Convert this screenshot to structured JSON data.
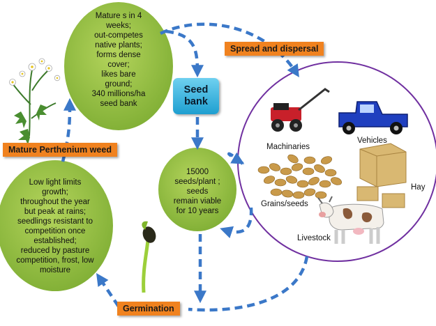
{
  "mature_oval": {
    "lines": [
      "Mature s in 4",
      "weeks;",
      "out-competes",
      "native plants;",
      "forms dense",
      "cover;",
      "likes bare",
      "ground;",
      "340 millions/ha",
      "seed bank"
    ]
  },
  "seed_bank": {
    "line1": "Seed",
    "line2": "bank"
  },
  "spread_label": "Spread and dispersal",
  "mature_label": "Mature Perthenium weed",
  "germination_label": "Germination",
  "seeds_oval": {
    "lines": [
      "15000",
      "seeds/plant ;",
      "seeds",
      "remain viable",
      "for 10 years"
    ]
  },
  "growth_oval": {
    "lines": [
      "Low light limits",
      "growth;",
      "throughout the year",
      "but peak at rains;",
      "seedlings resistant to",
      "competition once",
      "established;",
      "reduced by  pasture",
      "competition, frost, low",
      "moisture"
    ]
  },
  "dispersal": {
    "machinaries": "Machinaries",
    "vehicles": "Vehicles",
    "grains": "Grains/seeds",
    "hay": "Hay",
    "livestock": "Livestock"
  },
  "colors": {
    "oval_green": "#8cb840",
    "arrow_blue": "#3b78c8",
    "tag_orange": "#f0821f",
    "circle_purple": "#7030a0",
    "seedbank_blue": "#1e9fd0"
  }
}
